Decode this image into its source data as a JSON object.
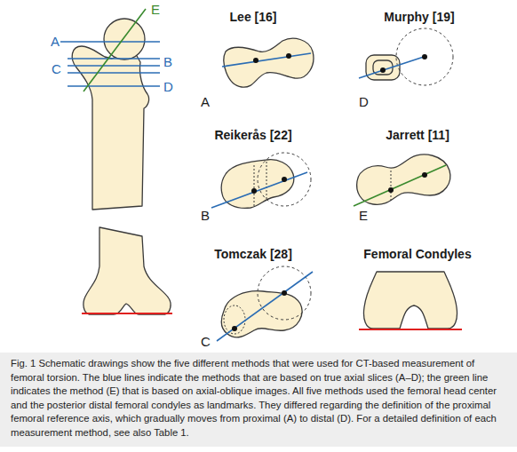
{
  "diagram": {
    "caption": "Fig. 1 Schematic drawings show the five different methods that were used for CT-based measurement of femoral torsion. The blue lines indicate the methods that are based on true axial slices (A–D); the green line indicates the method (E) that is based on axial-oblique images. All five methods used the femoral head center and the posterior distal femoral condyles as landmarks. They differed regarding the definition of the proximal femoral reference axis, which gradually moves from proximal (A) to distal (D). For a detailed definition of each measurement method, see also Table 1.",
    "labels": [
      "A",
      "B",
      "C",
      "D",
      "E",
      "Lee [16]",
      "Murphy [19]",
      "A",
      "D",
      "Reikerås [22]",
      "Jarrett [11]",
      "B",
      "E",
      "Tomczak [28]",
      "Femoral Condyles",
      "C"
    ]
  }
}
